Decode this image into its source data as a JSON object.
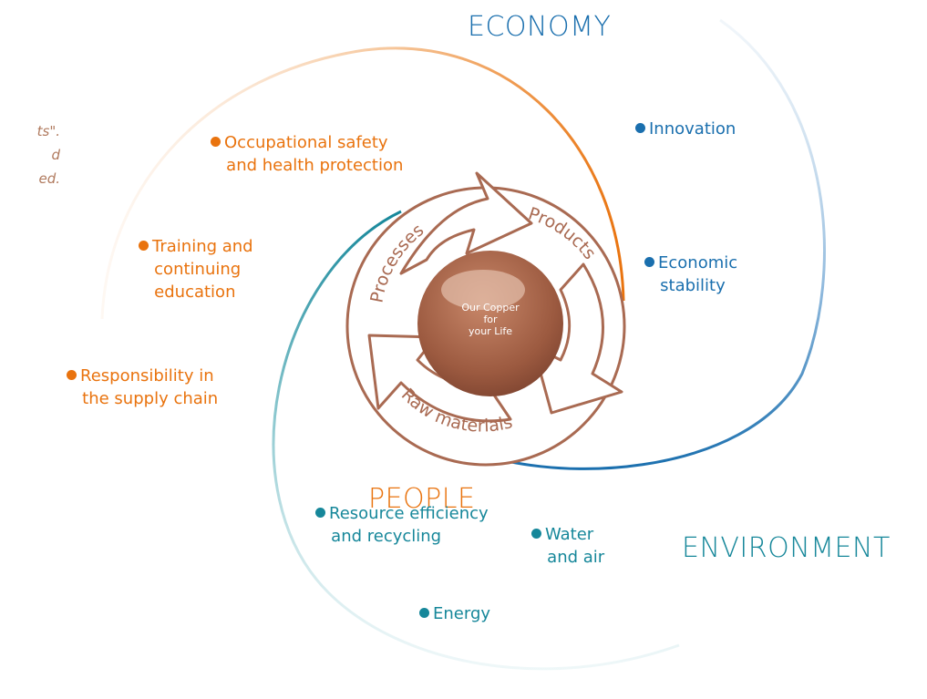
{
  "partial_text": "ts\".\nd\ned.",
  "pillars": {
    "economy": "ECONOMY",
    "people": "PEOPLE",
    "environment": "ENVIRONMENT"
  },
  "people_items": [
    "Occupational safety\n   and health protection",
    "Training and\n   continuing\n   education",
    "Responsibility in\n   the supply chain"
  ],
  "economy_items": [
    "Innovation",
    "Economic\n   stability"
  ],
  "environment_items": [
    "Resource efficiency\n   and recycling",
    "Water\n   and air",
    "Energy"
  ],
  "cycle": {
    "processes": "Processes",
    "products": "Products",
    "raw_materials": "Raw materials",
    "center": "Our Copper\nfor\nyour Life"
  },
  "colors": {
    "people": "#e9730e",
    "economy": "#1a6fae",
    "environment": "#16879a",
    "copper": "#a96a52"
  }
}
